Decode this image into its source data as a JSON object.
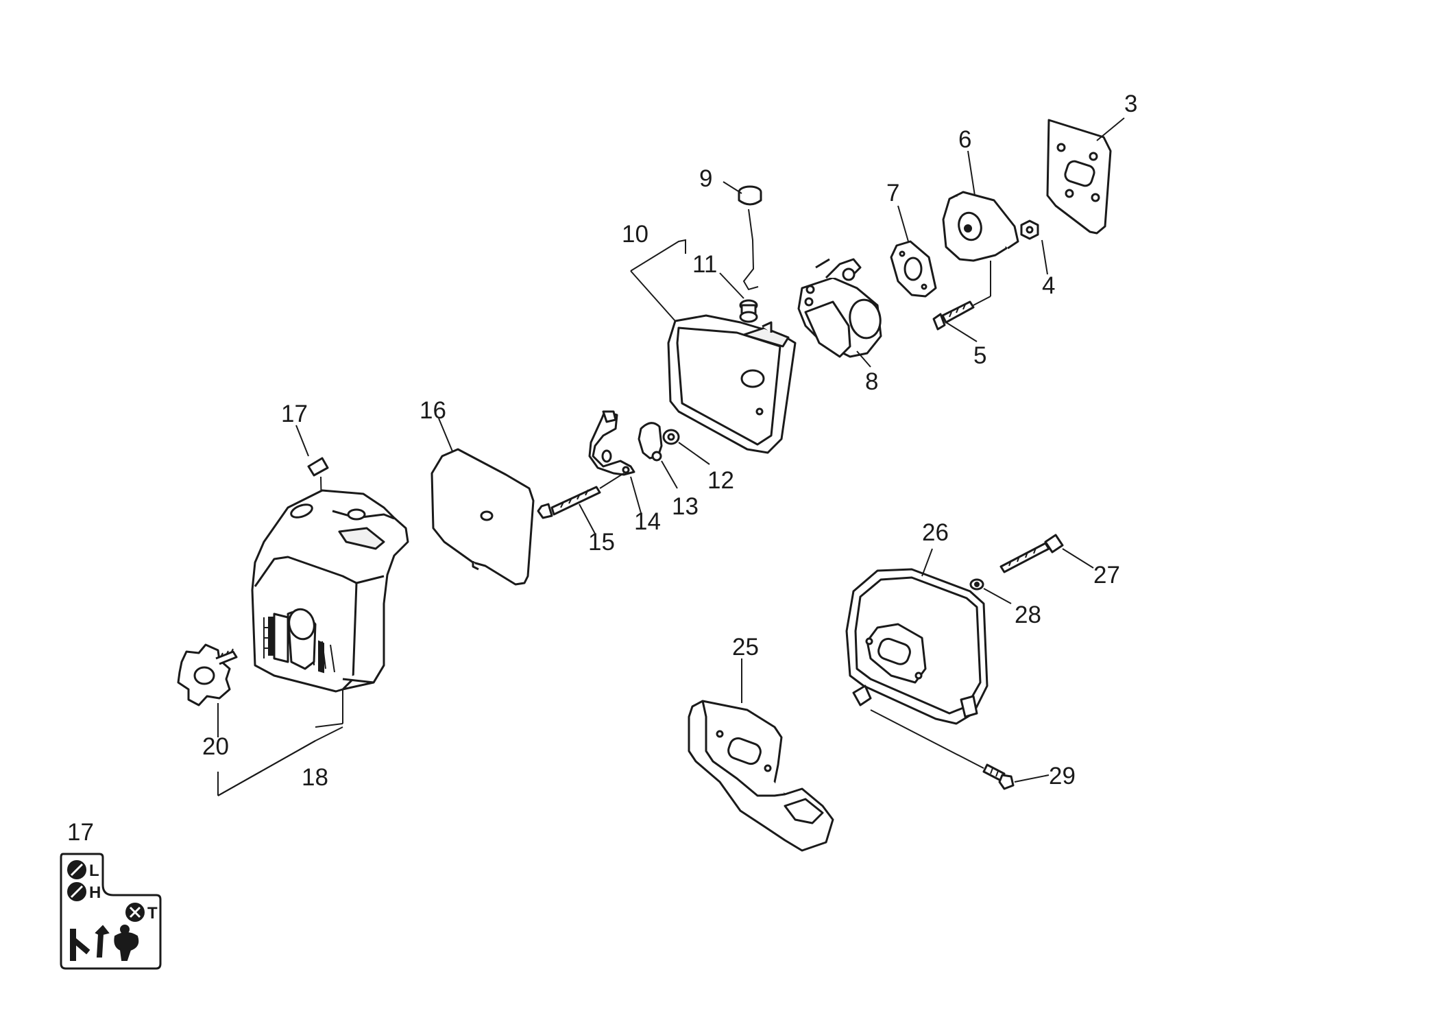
{
  "diagram": {
    "labels": {
      "p3": "3",
      "p4": "4",
      "p5": "5",
      "p6": "6",
      "p7": "7",
      "p8": "8",
      "p9": "9",
      "p10": "10",
      "p11": "11",
      "p12": "12",
      "p13": "13",
      "p14": "14",
      "p15": "15",
      "p16": "16",
      "p17": "17",
      "p18": "18",
      "p20": "20",
      "p25": "25",
      "p26": "26",
      "p27": "27",
      "p28": "28",
      "p29": "29",
      "inset17": "17"
    },
    "decal": {
      "letter_l": "L",
      "letter_h": "H",
      "letter_t": "T"
    },
    "colors": {
      "ink": "#1a1a1a",
      "paper": "#ffffff"
    }
  }
}
